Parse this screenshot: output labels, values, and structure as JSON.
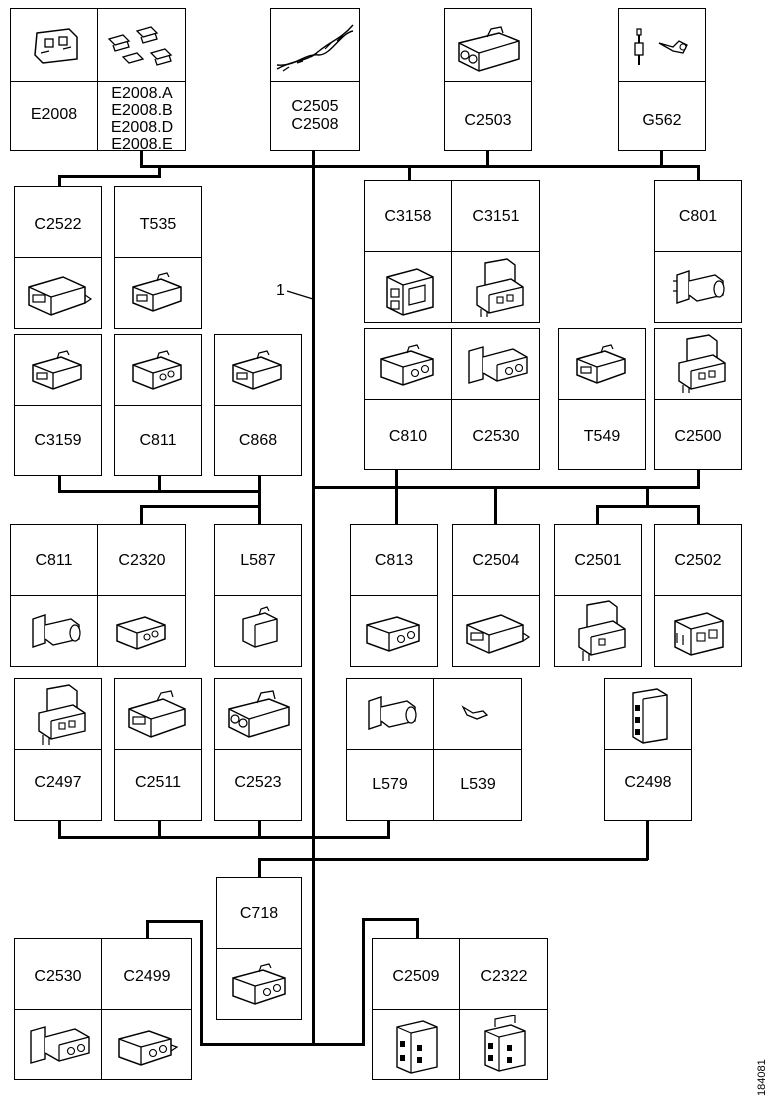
{
  "callout": "1",
  "figure_id": "184081",
  "labels": {
    "E2008": "E2008",
    "E2008_group": [
      "E2008.A",
      "E2008.B",
      "E2008.D",
      "E2008.E"
    ],
    "C2505_group": [
      "C2505",
      "C2508"
    ],
    "C2503": "C2503",
    "G562": "G562",
    "C2522": "C2522",
    "T535": "T535",
    "C3158": "C3158",
    "C3151": "C3151",
    "C801": "C801",
    "C3159": "C3159",
    "C811": "C811",
    "C868": "C868",
    "C810": "C810",
    "C2530": "C2530",
    "T549": "T549",
    "C2500": "C2500",
    "C811b": "C811",
    "C2320": "C2320",
    "L587": "L587",
    "C813": "C813",
    "C2504": "C2504",
    "C2501": "C2501",
    "C2502": "C2502",
    "C2497": "C2497",
    "C2511": "C2511",
    "C2523": "C2523",
    "L579": "L579",
    "L539": "L539",
    "C2498": "C2498",
    "C718": "C718",
    "C2530b": "C2530",
    "C2499": "C2499",
    "C2509": "C2509",
    "C2322": "C2322"
  }
}
